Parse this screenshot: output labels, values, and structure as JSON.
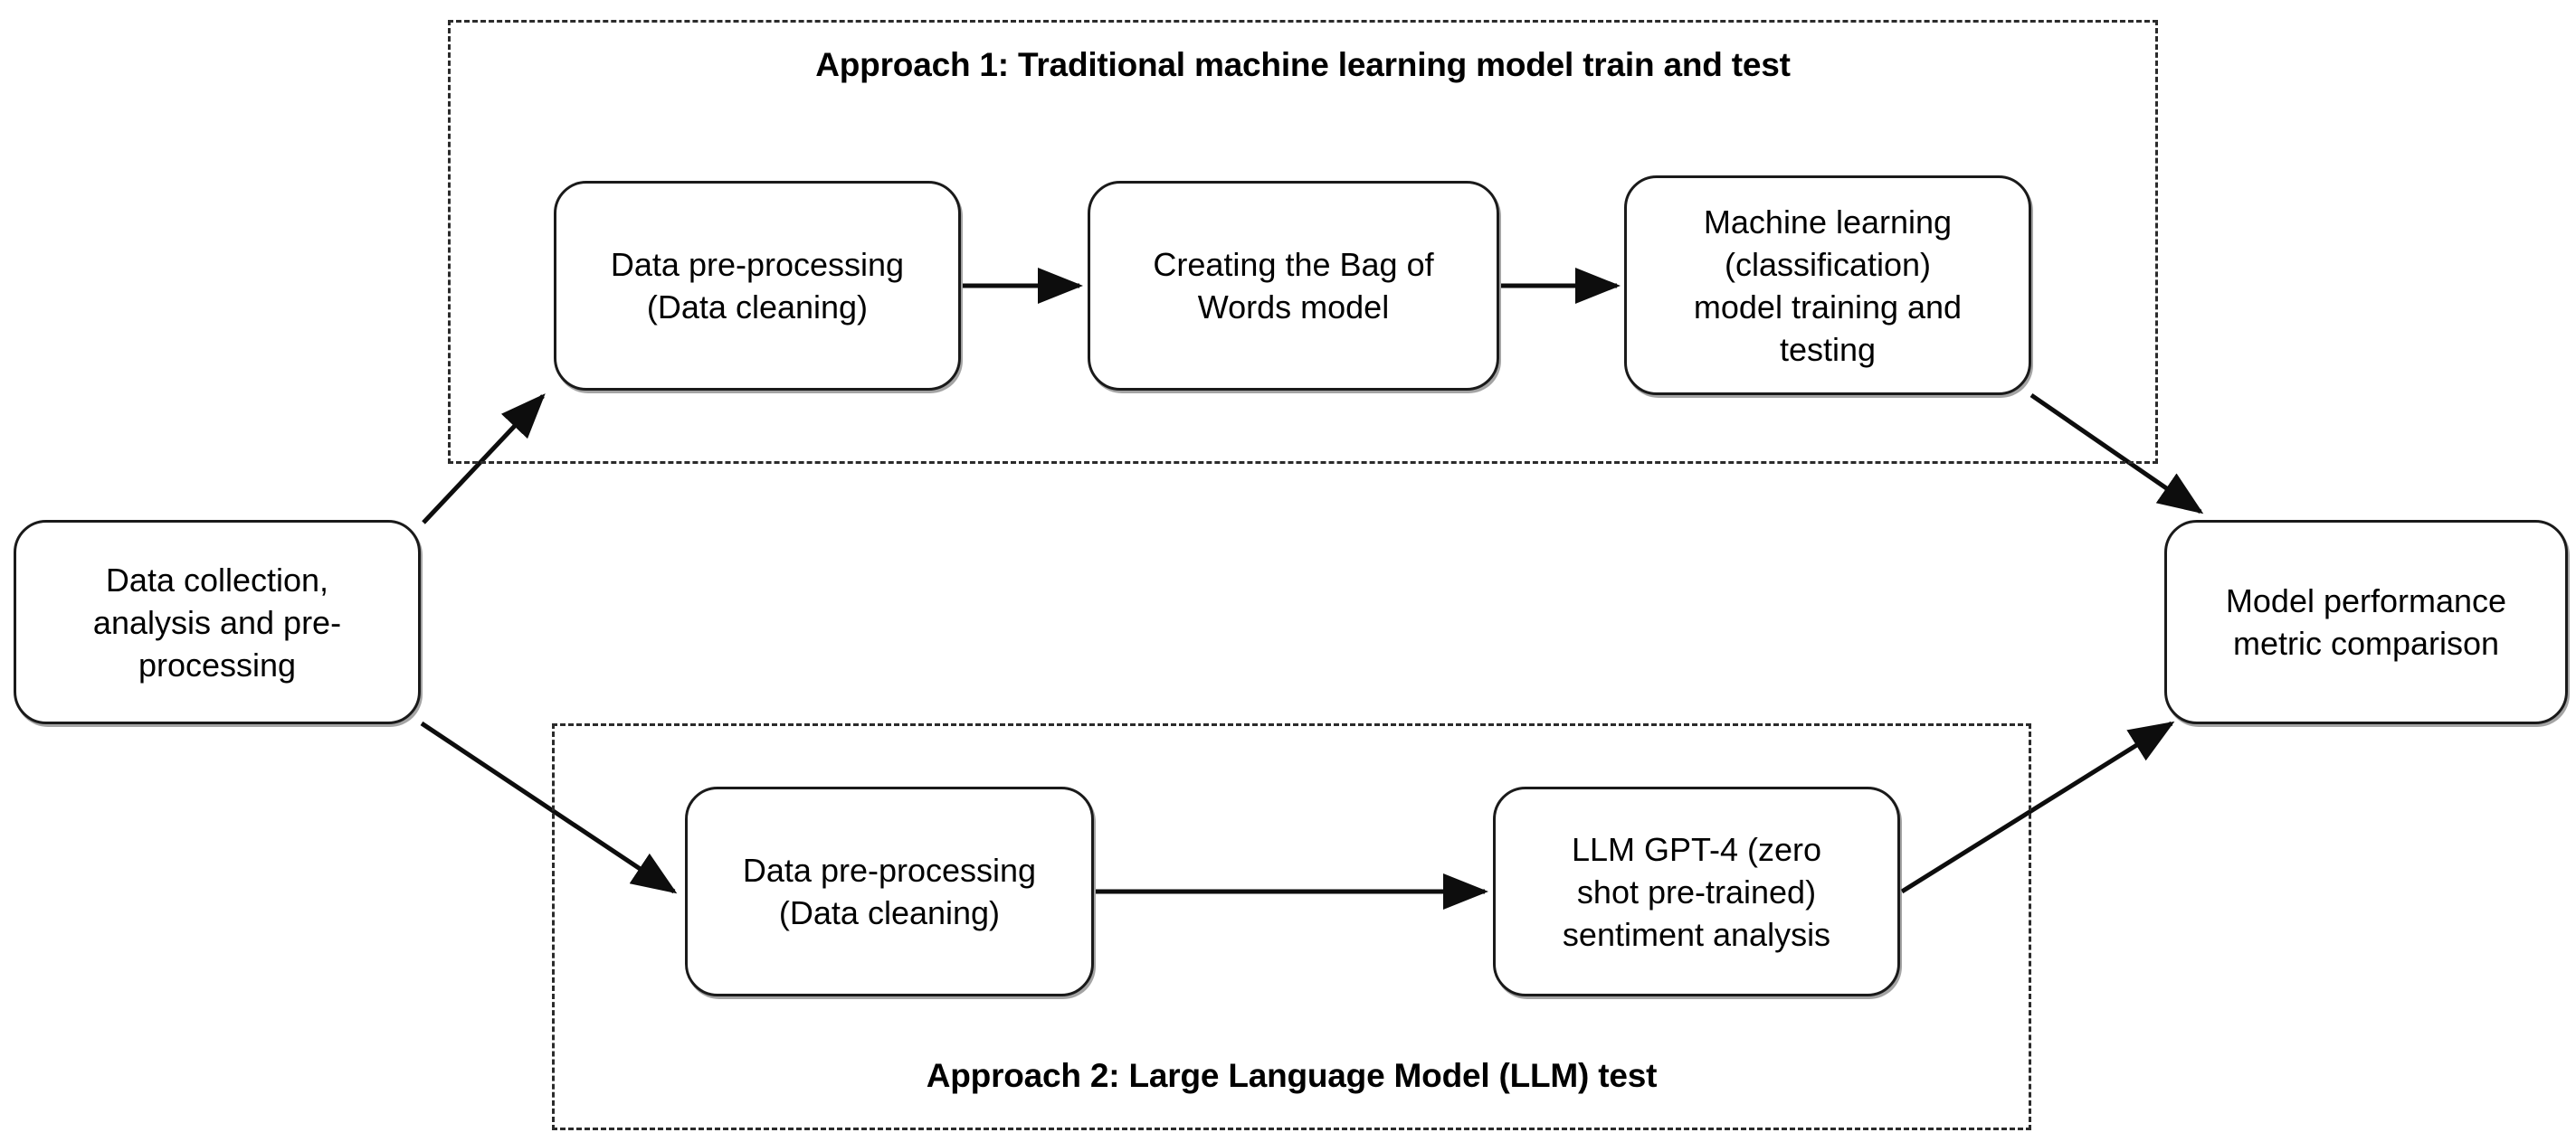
{
  "diagram": {
    "title": "Sentiment analysis methodology flowchart",
    "background_color": "#ffffff",
    "line_color": "#1a1a1a",
    "text_color": "#000000",
    "groups": [
      {
        "id": "approach-1",
        "label": "Approach 1: Traditional machine learning model train and test",
        "label_position": "top",
        "border_style": "dashed"
      },
      {
        "id": "approach-2",
        "label": "Approach 2: Large Language Model (LLM) test",
        "label_position": "bottom",
        "border_style": "dashed"
      }
    ],
    "nodes": [
      {
        "id": "data-collection",
        "label": "Data collection,\nanalysis and pre-\nprocessing",
        "shape": "rounded-rectangle"
      },
      {
        "id": "preprocess-ml",
        "label": "Data pre-processing\n(Data cleaning)",
        "shape": "rounded-rectangle",
        "group": "approach-1"
      },
      {
        "id": "bag-of-words",
        "label": "Creating the Bag of\nWords model",
        "shape": "rounded-rectangle",
        "group": "approach-1"
      },
      {
        "id": "ml-model",
        "label": "Machine learning\n(classification)\nmodel training and\ntesting",
        "shape": "rounded-rectangle",
        "group": "approach-1"
      },
      {
        "id": "preprocess-llm",
        "label": "Data pre-processing\n(Data cleaning)",
        "shape": "rounded-rectangle",
        "group": "approach-2"
      },
      {
        "id": "llm-gpt4",
        "label": "LLM GPT-4 (zero\nshot pre-trained)\nsentiment analysis",
        "shape": "rounded-rectangle",
        "group": "approach-2"
      },
      {
        "id": "model-performance",
        "label": "Model performance\nmetric comparison",
        "shape": "rounded-rectangle"
      }
    ],
    "edges": [
      {
        "from": "data-collection",
        "to": "preprocess-ml",
        "style": "solid",
        "arrow": "end"
      },
      {
        "from": "preprocess-ml",
        "to": "bag-of-words",
        "style": "solid",
        "arrow": "end"
      },
      {
        "from": "bag-of-words",
        "to": "ml-model",
        "style": "solid",
        "arrow": "end"
      },
      {
        "from": "ml-model",
        "to": "model-performance",
        "style": "solid",
        "arrow": "end"
      },
      {
        "from": "data-collection",
        "to": "preprocess-llm",
        "style": "solid",
        "arrow": "end"
      },
      {
        "from": "preprocess-llm",
        "to": "llm-gpt4",
        "style": "solid",
        "arrow": "end"
      },
      {
        "from": "llm-gpt4",
        "to": "model-performance",
        "style": "solid",
        "arrow": "end"
      }
    ]
  }
}
